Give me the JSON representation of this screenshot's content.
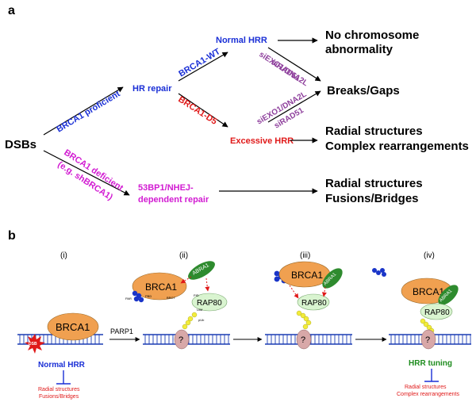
{
  "panel_a": {
    "label": "a",
    "root": "DSBs",
    "branch_proficient": "BRCA1 proficient",
    "branch_deficient_1": "BRCA1 deficient",
    "branch_deficient_2": "(e.g. shBRCA1)",
    "hr_repair": "HR repair",
    "brca1_wt": "BRCA1-WT",
    "brca1_d5": "BRCA1-D5",
    "normal_hrr": "Normal HRR",
    "excessive_hrr": "Excessive HRR",
    "nhej_1": "53BP1/NHEJ-",
    "nhej_2": "dependent repair",
    "siexo_top": "siEXO1/DNA2L",
    "sirad_top": "siRAD51",
    "siexo_bottom": "siEXO1/DNA2L",
    "sirad_bottom": "siRAD51",
    "outcome_normal_1": "No chromosome",
    "outcome_normal_2": "abnormality",
    "outcome_breaks": "Breaks/Gaps",
    "outcome_excessive_1": "Radial structures",
    "outcome_excessive_2": "Complex rearrangements",
    "outcome_nhej_1": "Radial structures",
    "outcome_nhej_2": "Fusions/Bridges"
  },
  "panel_b": {
    "label": "b",
    "stage_i": "(i)",
    "stage_ii": "(ii)",
    "stage_iii": "(iii)",
    "stage_iv": "(iv)",
    "brca1": "BRCA1",
    "brca1_ii": "BRCA1",
    "brca1_iii": "BRCA1",
    "brca1_iv": "BRCA1",
    "abra1": "ABRA1",
    "abra1_iii": "ABRA1",
    "abra1_iv": "ABRA1",
    "rap80": "RAP80",
    "rap80_iii": "RAP80",
    "rap80_iv": "RAP80",
    "pid": "PID",
    "uim": "UIM",
    "pub": "pUb",
    "brct": "BRCT",
    "pbd": "PBD",
    "par": "PAR",
    "dsb": "DSB",
    "question": "?",
    "parp1": "PARP1",
    "normal_hrr": "Normal HRR",
    "hrr_tuning": "HRR tuning",
    "out_i_1": "Radial structures",
    "out_i_2": "Fusions/Bridges",
    "out_iv_1": "Radial structures",
    "out_iv_2": "Complex rearrangements"
  },
  "colors": {
    "blue_text": "#1a2fd6",
    "red_text": "#e01919",
    "magenta_text": "#d21bd2",
    "purple_text": "#8e3f9c",
    "green_text": "#1e8c1e",
    "brca1_fill": "#f0a050",
    "abra1_fill": "#2e8b2e",
    "rap80_fill": "#d9f4d0",
    "dna_blue": "#1a3cb4",
    "pub_yellow": "#f2ec3a",
    "question_fill": "#d8a8a8"
  }
}
